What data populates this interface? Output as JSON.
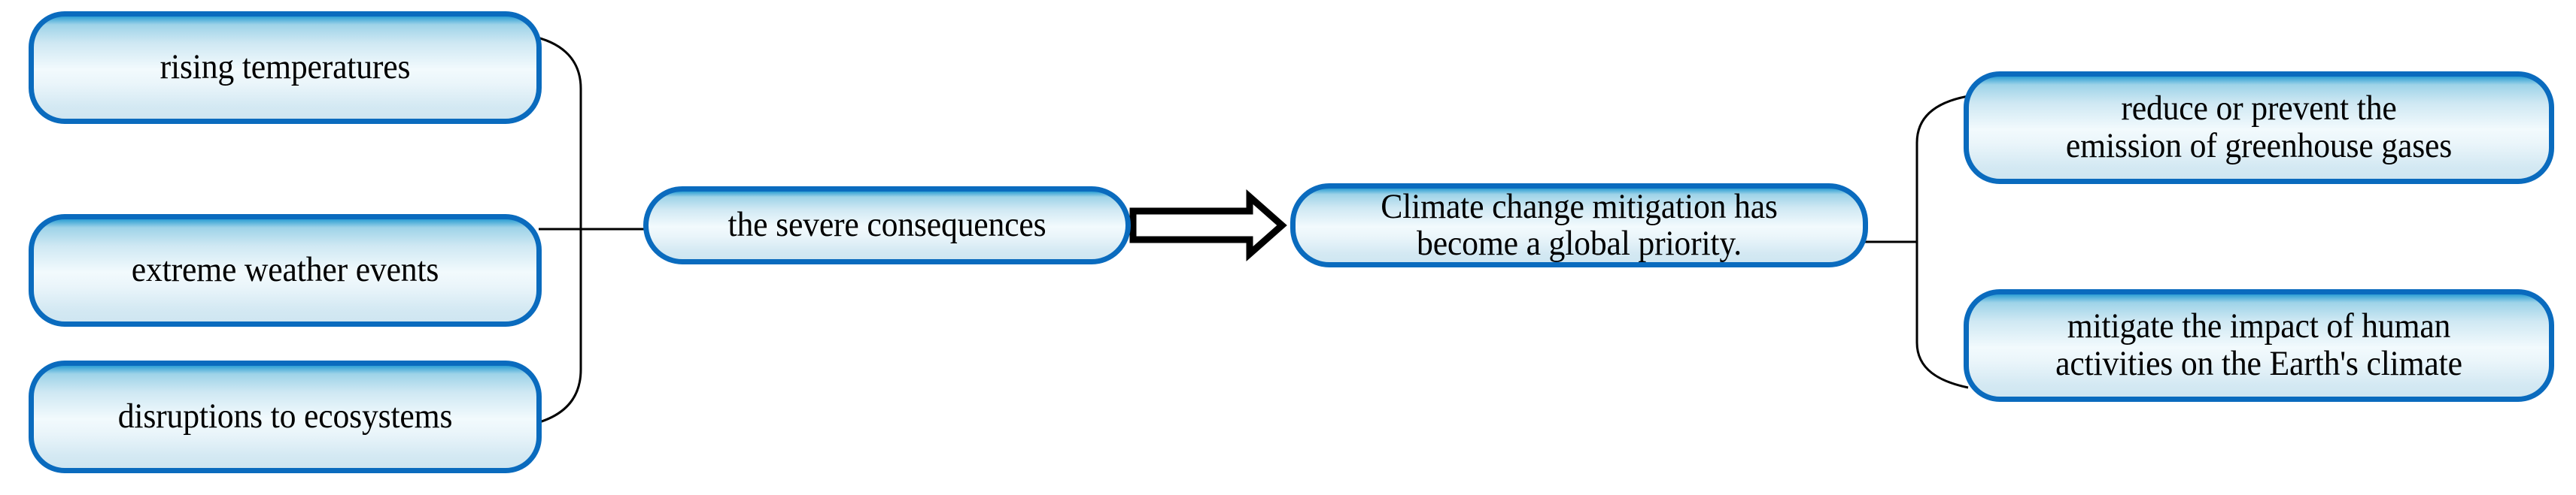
{
  "diagram": {
    "type": "concept-map",
    "title": "Climate change mitigation concept map",
    "colors": {
      "node_border": "#0a6bbe",
      "node_fill_top": "#2e9fd4",
      "node_fill_mid": "#f2fafd",
      "node_fill_bottom": "#cfe6f1",
      "connector_line": "#000000",
      "text": "#000000",
      "background": "#ffffff"
    }
  },
  "left_branch": {
    "group_label": "the severe consequences",
    "items": [
      {
        "id": "rising",
        "label": "rising temperatures"
      },
      {
        "id": "extreme",
        "label": "extreme weather events"
      },
      {
        "id": "disruptions",
        "label": "disruptions to ecosystems"
      }
    ]
  },
  "center": {
    "source_label": "the severe consequences",
    "target_label": "Climate change mitigation has\nbecome a global priority.",
    "arrow": {
      "name": "block-arrow-right",
      "direction": "right",
      "style": "hollow-outline"
    }
  },
  "right_branch": {
    "group_label": "Climate change mitigation has become a global priority.",
    "items": [
      {
        "id": "reduce",
        "label": "reduce or prevent the\nemission of greenhouse gases"
      },
      {
        "id": "mitigate",
        "label": "mitigate the impact of human\nactivities on the Earth's climate"
      }
    ]
  }
}
